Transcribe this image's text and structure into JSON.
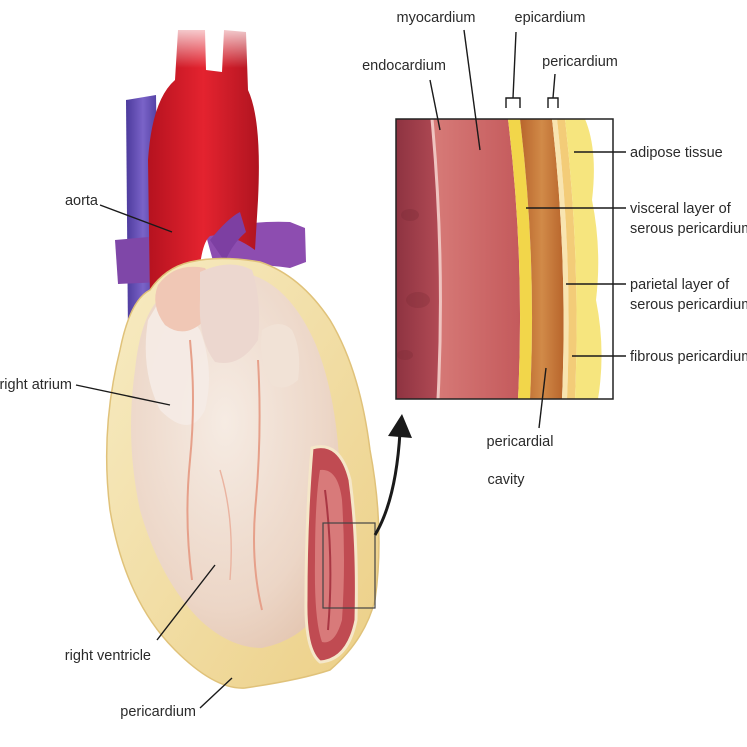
{
  "labels": {
    "aorta": "aorta",
    "right_atrium": "right atrium",
    "right_ventricle": "right ventricle",
    "pericardium_heart": "pericardium",
    "myocardium": "myocardium",
    "epicardium": "epicardium",
    "endocardium": "endocardium",
    "pericardium_inset": "pericardium",
    "adipose_tissue": "adipose tissue",
    "visceral_line1": "visceral layer of",
    "visceral_line2": "serous pericardium",
    "parietal_line1": "parietal layer of",
    "parietal_line2": "serous pericardium",
    "fibrous_pericardium": "fibrous pericardium",
    "pericardial_cavity_line1": "pericardial",
    "pericardial_cavity_line2": "cavity"
  },
  "colors": {
    "aorta": "#d8202c",
    "vena_cava": "#6a4fb0",
    "pulmonary": "#8a44a8",
    "pericardium": "#f3e2a8",
    "heart_body": "#f1dcd2",
    "myocardium": "#c45a5a",
    "endocardium_wall": "#9e3e48",
    "epicardium": "#f0d24a",
    "cavity": "#c5783a",
    "adipose": "#f6e88a"
  }
}
